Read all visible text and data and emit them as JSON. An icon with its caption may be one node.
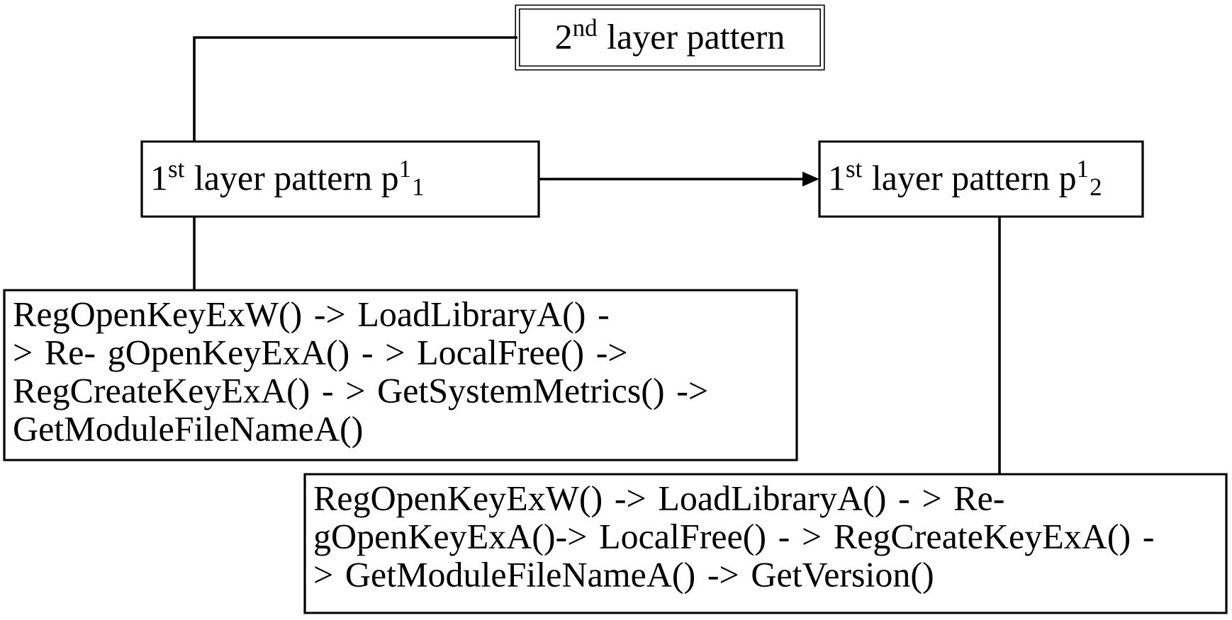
{
  "diagram": {
    "nodes": [
      {
        "text": [
          "2$^{nd}$ layer pattern"
        ]
      },
      {
        "text": [
          "1$^{st}$ layer pattern p$^{1}$$_{1}$"
        ]
      },
      {
        "text": [
          "1$^{st}$ layer pattern p$^{1}$$_{2}$"
        ]
      },
      {
        "text": [
          "RegOpenKeyExW() -> LoadLibraryA() -> Re- gOpenKeyExA() - > LocalFree() -> RegCreateKeyExA() - > GetSystemMetrics() -> GetModuleFileNameA()"
        ]
      },
      {
        "text": [
          "RegOpenKeyExW() -> LoadLibraryA() - > Re- gOpenKeyExA()-> LocalFree() - > RegCreateKeyExA() - > GetModuleFileNameA() -> GetVersion()"
        ]
      }
    ],
    "edges": [
      {
        "from": 0,
        "to": 1,
        "arrow": "none"
      },
      {
        "from": 1,
        "to": 2,
        "arrow": "to"
      },
      {
        "from": 1,
        "to": 3,
        "arrow": "none"
      },
      {
        "from": 2,
        "to": 4,
        "arrow": "none"
      }
    ]
  }
}
